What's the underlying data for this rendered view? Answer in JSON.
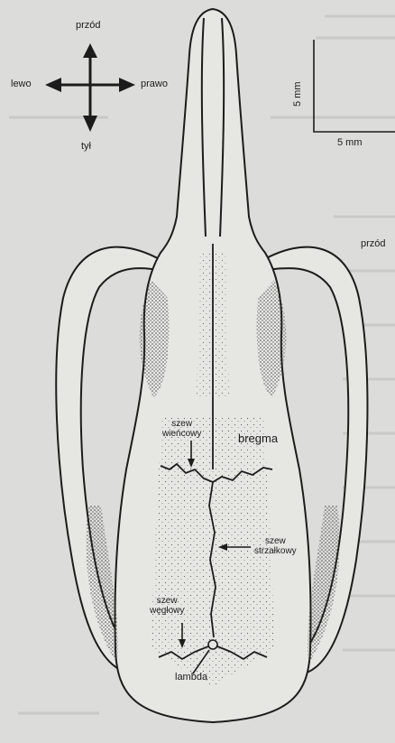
{
  "compass": {
    "front": "przód",
    "back": "tył",
    "left": "lewo",
    "right": "prawo"
  },
  "scale": {
    "vertical": "5 mm",
    "horizontal": "5 mm"
  },
  "labels": {
    "edge_label": "przód",
    "coronal_suture_line1": "szew",
    "coronal_suture_line2": "wieńcowy",
    "bregma": "bregma",
    "sagittal_suture_line1": "szew",
    "sagittal_suture_line2": "strzałkowy",
    "lambdoid_suture_line1": "szew",
    "lambdoid_suture_line2": "węgłowy",
    "lambda": "lambda"
  },
  "colors": {
    "ink": "#1c1c1c",
    "paper": "#dcdcda",
    "bone": "#e6e6e3"
  }
}
